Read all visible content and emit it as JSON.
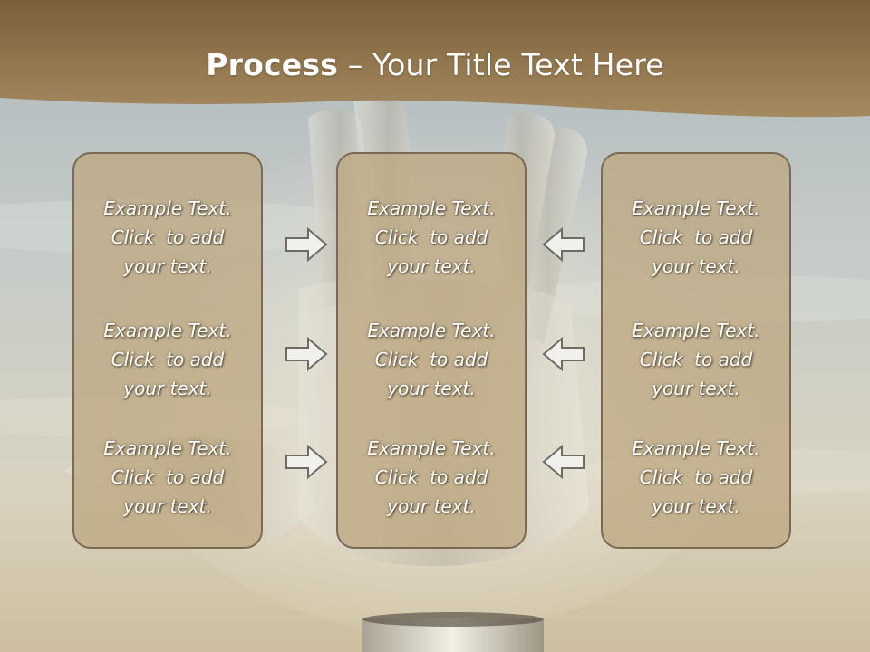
{
  "slide": {
    "title_bold": "Process",
    "title_rest": " – Your Title Text Here"
  },
  "columns": [
    {
      "items": [
        {
          "line1": "Example Text.",
          "line2": "Click  to add",
          "line3": "your text."
        },
        {
          "line1": "Example Text.",
          "line2": "Click  to add",
          "line3": "your text."
        },
        {
          "line1": "Example Text.",
          "line2": "Click  to add",
          "line3": "your text."
        }
      ]
    },
    {
      "items": [
        {
          "line1": "Example Text.",
          "line2": "Click  to add",
          "line3": "your text."
        },
        {
          "line1": "Example Text.",
          "line2": "Click  to add",
          "line3": "your text."
        },
        {
          "line1": "Example Text.",
          "line2": "Click  to add",
          "line3": "your text."
        }
      ]
    },
    {
      "items": [
        {
          "line1": "Example Text.",
          "line2": "Click  to add",
          "line3": "your text."
        },
        {
          "line1": "Example Text.",
          "line2": "Click  to add",
          "line3": "your text."
        },
        {
          "line1": "Example Text.",
          "line2": "Click  to add",
          "line3": "your text."
        }
      ]
    }
  ],
  "arrows": {
    "left_group": [
      "arrow-right-icon",
      "arrow-right-icon",
      "arrow-right-icon"
    ],
    "right_group": [
      "arrow-left-icon",
      "arrow-left-icon",
      "arrow-left-icon"
    ]
  },
  "colors": {
    "header": "#8a6d45",
    "panel_fill": "#bea882",
    "panel_border": "#7a6a55",
    "text": "#ffffff"
  }
}
